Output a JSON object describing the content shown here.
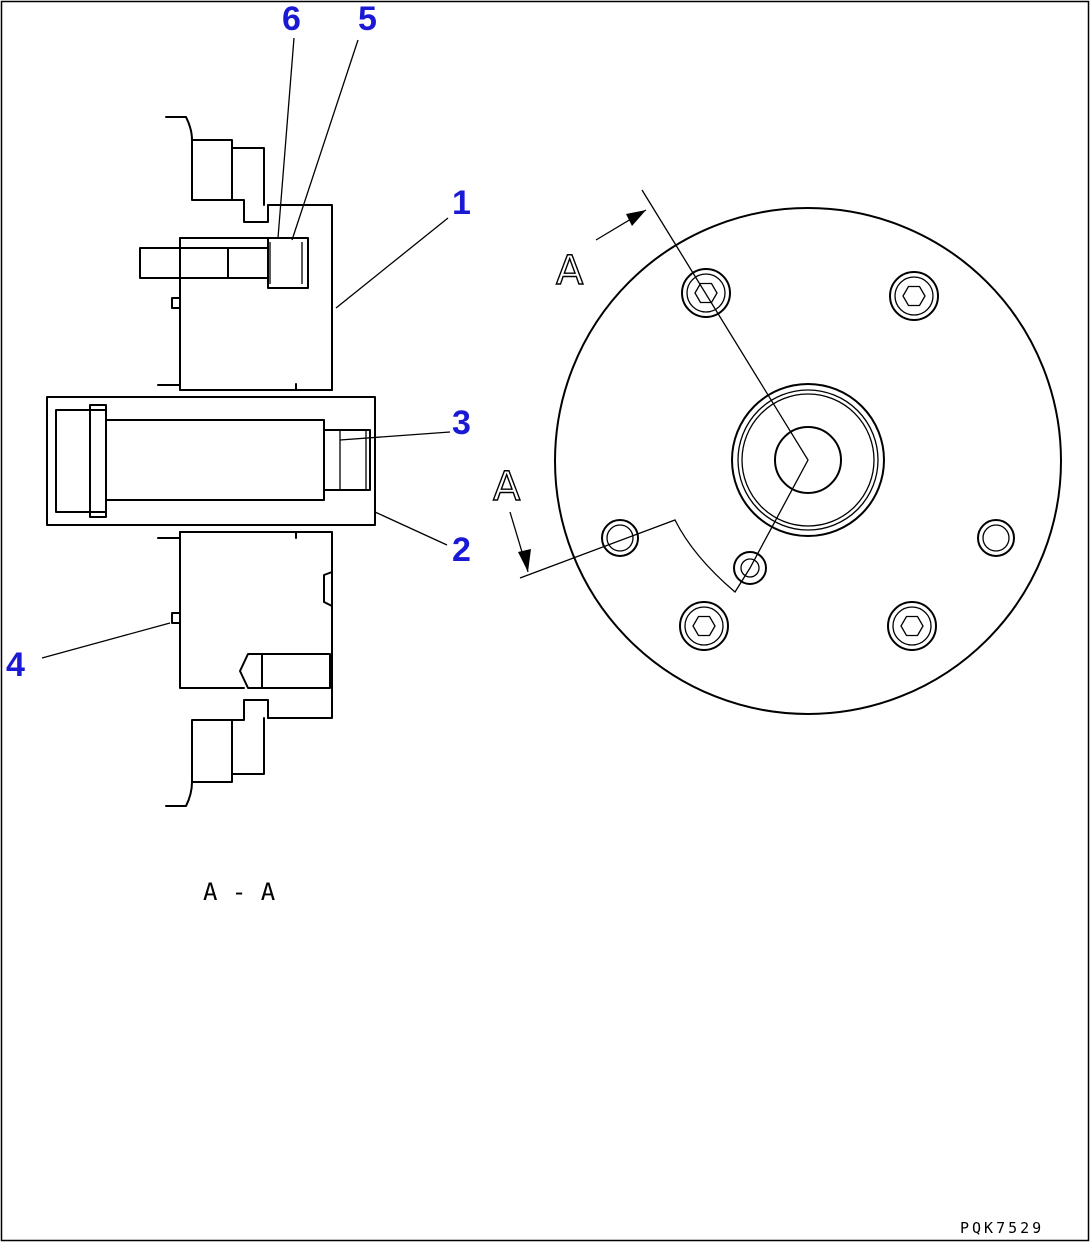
{
  "callouts": {
    "part1": "1",
    "part2": "2",
    "part3": "3",
    "part4": "4",
    "part5": "5",
    "part6": "6"
  },
  "section_marks": {
    "upper": "A",
    "lower": "A"
  },
  "section_title": "A - A",
  "drawing_code": "PQK7529"
}
